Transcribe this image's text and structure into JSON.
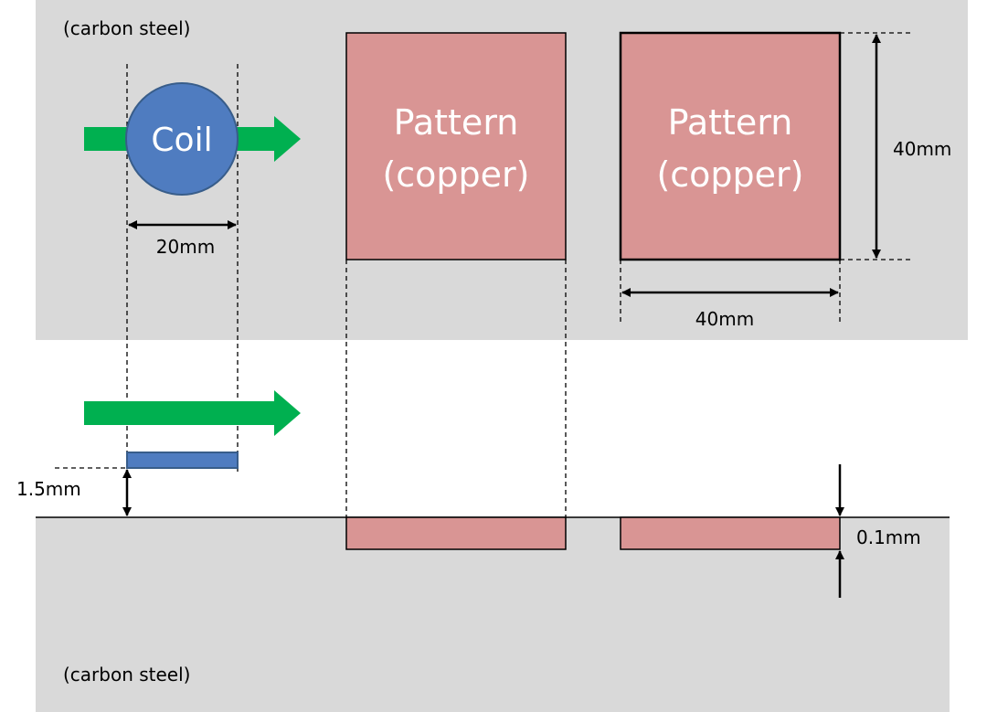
{
  "top_view": {
    "material_label": "(carbon steel)",
    "coil_label": "Coil",
    "coil_diameter_label": "20mm",
    "pattern1": {
      "line1": "Pattern",
      "line2": "(copper)"
    },
    "pattern2": {
      "line1": "Pattern",
      "line2": "(copper)"
    },
    "pattern_height_label": "40mm",
    "pattern_width_label": "40mm"
  },
  "side_view": {
    "material_label": "(carbon steel)",
    "liftoff_label": "1.5mm",
    "pattern_thickness_label": "0.1mm"
  },
  "colors": {
    "steel_gray": "#d9d9d9",
    "copper_pink": "#d99594",
    "coil_blue": "#4f7cc0",
    "coil_border": "#385d8a",
    "arrow_green": "#00b050"
  }
}
